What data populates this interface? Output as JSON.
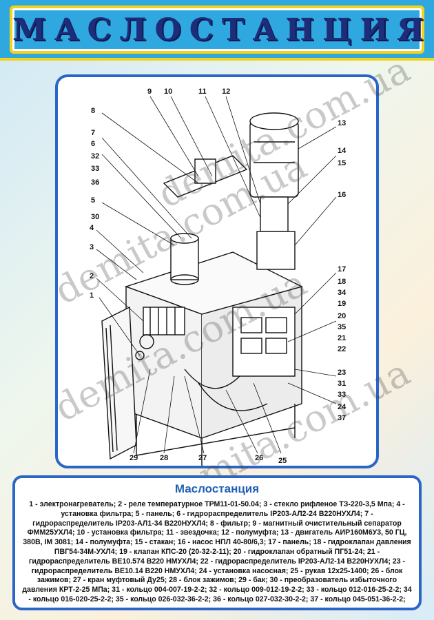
{
  "page_title": "МАСЛОСТАНЦИЯ",
  "caption": {
    "title": "Маслостанция",
    "text": "1 - электронагреватель; 2 - реле температурное ТРМ11-01-50.04; 3 - стекло рифленое ТЗ-220-3,5 Мпа; 4 - установка фильтра; 5 - панель; 6 - гидрораспределитель IP203-АЛ2-24 В220НУХЛ4; 7 - гидрораспределитель IP203-АЛ1-34 В220НУХЛ4; 8 - фильтр; 9 - магнитный очистительный сепаратор ФММ25УХЛ4; 10 - установка фильтра; 11 - звездочка; 12 - полумуфта; 13 - двигатель АИР160М6У3, 50 ГЦ, 380В, IM 3081; 14 - полумуфта; 15 - стакан; 16 - насос НПЛ 40-80/6,3; 17 - панель; 18 - гидроклапан давления ПВГ54-34М-УХЛ4; 19 - клапан КПС-20 (20-32-2-11); 20 - гидроклапан обратный ПГ51-24; 21 - гидрораспределитель ВЕ10.574 В220 НМУХЛ4; 22 - гидрораспределитель IP203-АЛ2-14 В220НУХЛ4; 23 - гидрораспределитель ВЕ10.14 В220 НМУХЛ4; 24 - установка насосная; 25 - рукав 12х25-1400; 26 - блок зажимов; 27 - кран муфтовый Ду25; 28 - блок зажимов; 29 - бак; 30 - преобразователь избыточного давления КРТ-2-25 МПа; 31 - кольцо 004-007-19-2-2; 32 - кольцо 009-012-19-2-2; 33 - кольцо 012-016-25-2-2; 34 - кольцо 016-020-25-2-2; 35 - кольцо 026-032-36-2-2; 36 - кольцо 027-032-30-2-2; 37 - кольцо 045-051-36-2-2;"
  },
  "watermark": "demita.com.ua",
  "callouts": {
    "n1": "1",
    "n2": "2",
    "n3": "3",
    "n4": "4",
    "n5": "5",
    "n6": "6",
    "n7": "7",
    "n8": "8",
    "n9": "9",
    "n10": "10",
    "n11": "11",
    "n12": "12",
    "n13": "13",
    "n14": "14",
    "n15": "15",
    "n16": "16",
    "n17": "17",
    "n18": "18",
    "n19": "19",
    "n20": "20",
    "n21": "21",
    "n22": "22",
    "n23": "23",
    "n24": "24",
    "n25": "25",
    "n26": "26",
    "n27": "27",
    "n28": "28",
    "n29": "29",
    "n30": "30",
    "n31": "31",
    "n32": "32",
    "n33": "33",
    "n33b": "33",
    "n34": "34",
    "n35": "35",
    "n36": "36",
    "n37": "37"
  },
  "colors": {
    "header_bg": "#2fa8e0",
    "header_border": "#f2d21b",
    "title": "#1d2d7a",
    "frame": "#2a66c8",
    "caption_title": "#1f5fb4"
  }
}
